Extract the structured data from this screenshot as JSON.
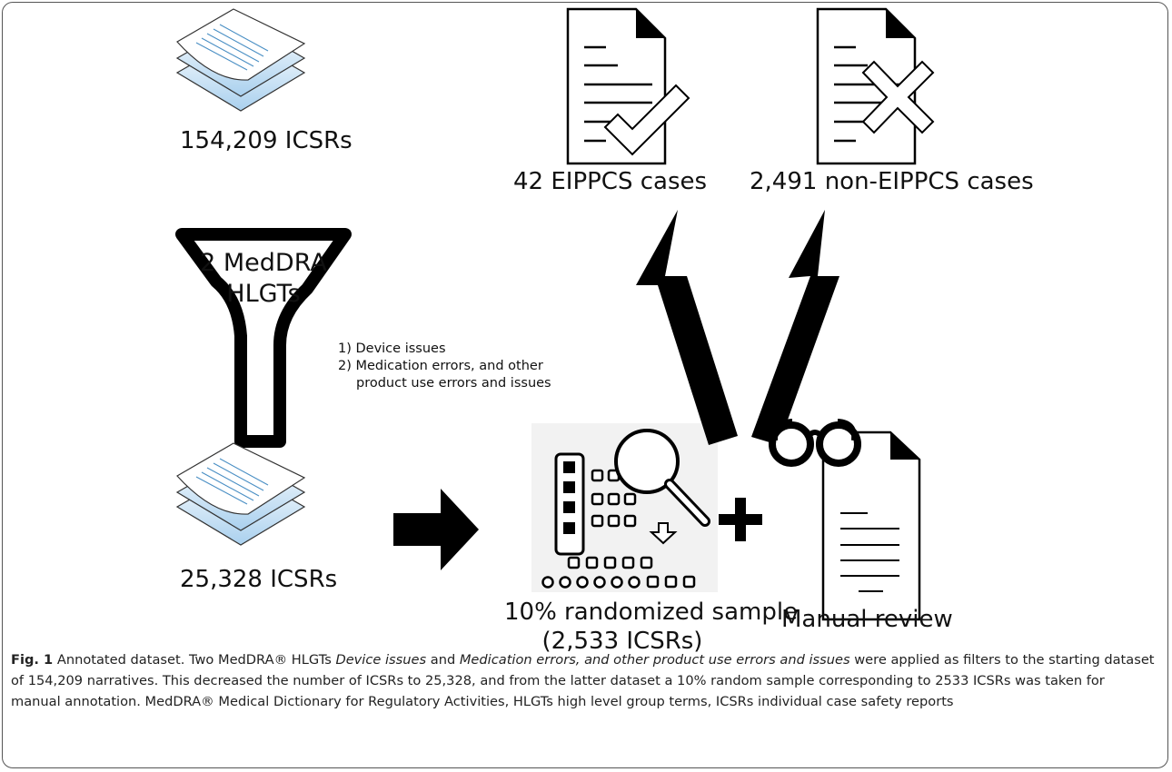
{
  "nodes": {
    "start_dataset": {
      "label": "154,209 ICSRs",
      "icon": "document-stack-icon"
    },
    "filter": {
      "label_line1": "2 MedDRA",
      "label_line2": "HLGTs",
      "icon": "funnel-icon"
    },
    "filter_criteria": {
      "item1": "1) Device issues",
      "item2": "2) Medication errors, and other",
      "item2_cont": "product use errors and issues"
    },
    "filtered_dataset": {
      "label": "25,328 ICSRs",
      "icon": "document-stack-icon"
    },
    "sample": {
      "label_line1": "10% randomized sample",
      "label_line2": "(2,533 ICSRs)",
      "icon": "random-sampling-icon"
    },
    "plus": "+",
    "review": {
      "label": "Manual review",
      "icon": "glasses-document-icon"
    },
    "positive": {
      "label": "42 EIPPCS cases",
      "icon": "document-check-icon"
    },
    "negative": {
      "label": "2,491 non-EIPPCS cases",
      "icon": "document-cross-icon"
    }
  },
  "caption": {
    "label": "Fig. 1",
    "text_a": " Annotated dataset. Two MedDRA® HLGTs ",
    "term1": "Device issues",
    "text_b": " and ",
    "term2": "Medication errors, and other product use errors and issues",
    "text_c": " were applied as filters to the starting dataset of 154,209 narratives. This decreased the number of ICSRs to 25,328, and from the latter dataset a 10% random sample corresponding to 2533 ICSRs was taken for manual annotation. MedDRA® Medical Dictionary for Regulatory Activities, HLGTs high level group terms, ICSRs individual case safety reports"
  },
  "colors": {
    "stack_fill": "#c9e2f5",
    "stack_stroke": "#3a3a3a",
    "ink": "#000000",
    "frame": "#555555"
  }
}
